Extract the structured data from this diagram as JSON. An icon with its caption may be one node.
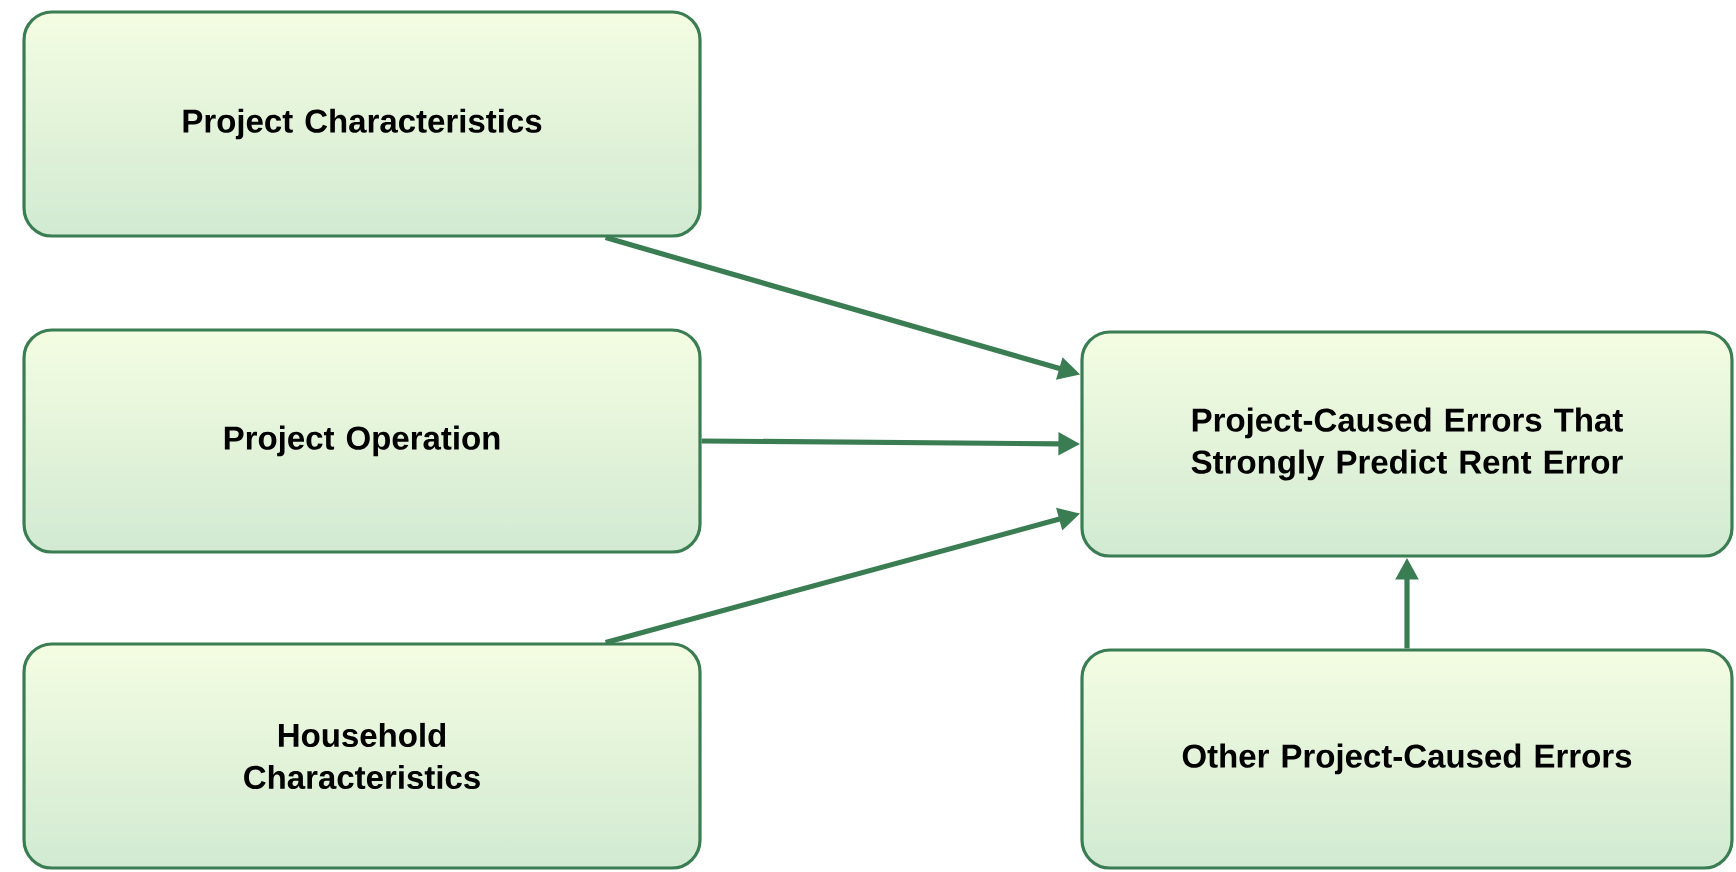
{
  "diagram": {
    "nodes": [
      {
        "text": [
          "Project Characteristics"
        ]
      },
      {
        "text": [
          "Project Operation"
        ]
      },
      {
        "text": [
          "Household Characteristics"
        ]
      },
      {
        "text": [
          "Project-Caused Errors That Strongly Predict Rent Error"
        ]
      },
      {
        "text": [
          "Other Project-Caused Errors"
        ]
      }
    ],
    "edges": [
      {
        "from": 0,
        "to": 3,
        "arrow": "to"
      },
      {
        "from": 1,
        "to": 3,
        "arrow": "to"
      },
      {
        "from": 2,
        "to": 3,
        "arrow": "to"
      },
      {
        "from": 4,
        "to": 3,
        "arrow": "to"
      }
    ]
  }
}
